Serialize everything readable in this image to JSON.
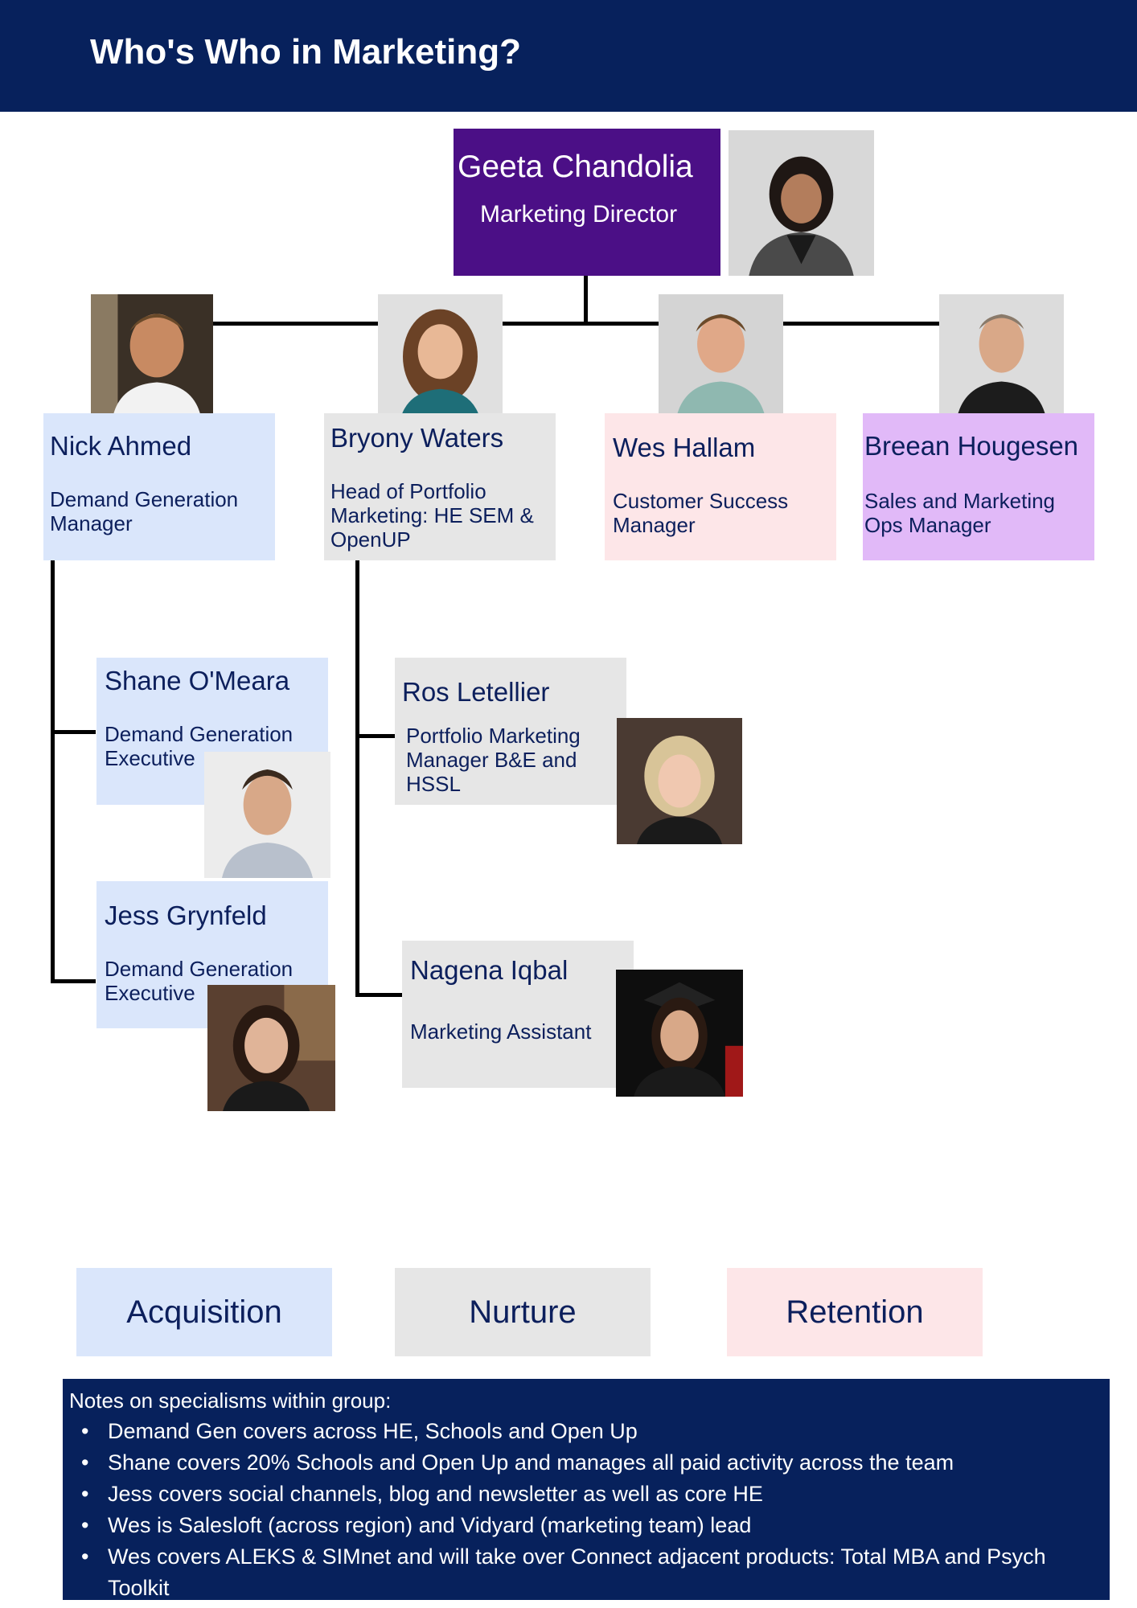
{
  "header": {
    "title": "Who's Who in Marketing?"
  },
  "colors": {
    "header": "#07215c",
    "director": "#4b0f86",
    "acquisition": "#dae6fb",
    "nurture": "#e6e6e6",
    "retention": "#fde6e8",
    "ops": "#e1b9f8",
    "text": "#0c1f5c"
  },
  "director": {
    "name": "Geeta Chandolia",
    "role": "Marketing Director",
    "photo": "portrait-photo"
  },
  "managers": [
    {
      "name": "Nick Ahmed",
      "role": "Demand Generation Manager",
      "group": "acquisition"
    },
    {
      "name": "Bryony Waters",
      "role": "Head of Portfolio Marketing: HE SEM & OpenUP",
      "group": "nurture"
    },
    {
      "name": "Wes Hallam",
      "role": "Customer Success Manager",
      "group": "retention"
    },
    {
      "name": "Breean Hougesen",
      "role": "Sales and Marketing Ops Manager",
      "group": "ops"
    }
  ],
  "reports": [
    {
      "name": "Shane O'Meara",
      "role": "Demand Generation Executive",
      "manager": "Nick Ahmed"
    },
    {
      "name": "Jess Grynfeld",
      "role": "Demand Generation Executive",
      "manager": "Nick Ahmed"
    },
    {
      "name": "Ros Letellier",
      "role": "Portfolio Marketing Manager B&E and HSSL",
      "manager": "Bryony Waters"
    },
    {
      "name": "Nagena Iqbal",
      "role": "Marketing Assistant",
      "manager": "Bryony Waters"
    }
  ],
  "legend": [
    "Acquisition",
    "Nurture",
    "Retention"
  ],
  "notes": {
    "heading": "Notes on specialisms within group:",
    "items": [
      "Demand Gen covers across HE, Schools and Open Up",
      "Shane covers 20% Schools and Open Up and manages all paid activity across the team",
      "Jess covers social channels, blog and newsletter as well as core HE",
      "Wes is Salesloft (across region) and Vidyard (marketing team) lead",
      "Wes covers ALEKS & SIMnet and will take over Connect adjacent products: Total MBA and Psych Toolkit"
    ]
  }
}
